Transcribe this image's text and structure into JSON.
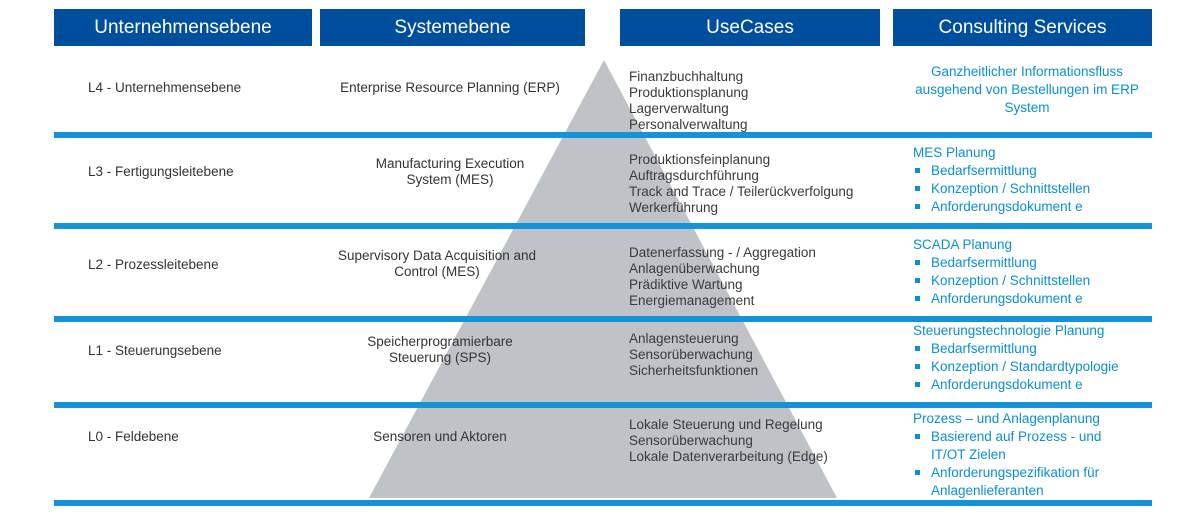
{
  "colors": {
    "header": "#004f9f",
    "band": "#1593d6",
    "pyramid": "#bfc3c7",
    "consulting": "#0a8fd4"
  },
  "headers": [
    "Unternehmensebene",
    "Systemebene",
    "UseCases",
    "Consulting Services"
  ],
  "levels": [
    {
      "level": "L4 - Unternehmensebene",
      "system": "Enterprise Resource Planning (ERP)",
      "usecases": [
        "Finanzbuchhaltung",
        "Produktionsplanung",
        "Lagerverwaltung",
        "Personalverwaltung"
      ],
      "consulting": {
        "text": "Ganzheitlicher Informationsfluss ausgehend von Bestellungen im ERP System"
      }
    },
    {
      "level": "L3 - Fertigungsleitebene",
      "system": "Manufacturing Execution System (MES)",
      "usecases": [
        "Produktionsfeinplanung",
        "Auftragsdurchführung",
        "Track and Trace / Teilerückverfolgung",
        "Werkerführung"
      ],
      "consulting": {
        "title": "MES Planung",
        "items": [
          "Bedarfsermittlung",
          "Konzeption / Schnittstellen",
          "Anforderungsdokument e"
        ]
      }
    },
    {
      "level": "L2 - Prozessleitebene",
      "system": "Supervisory Data Acquisition and Control (MES)",
      "usecases": [
        "Datenerfassung - / Aggregation",
        "Anlagenüberwachung",
        "Prädiktive Wartung",
        "Energiemanagement"
      ],
      "consulting": {
        "title": "SCADA Planung",
        "items": [
          "Bedarfsermittlung",
          "Konzeption / Schnittstellen",
          "Anforderungsdokument e"
        ]
      }
    },
    {
      "level": "L1 - Steuerungsebene",
      "system": "Speicherprogramierbare Steuerung (SPS)",
      "usecases": [
        "Anlagensteuerung",
        "Sensorüberwachung",
        "Sicherheitsfunktionen"
      ],
      "consulting": {
        "title": "Steuerungstechnologie Planung",
        "items": [
          "Bedarfsermittlung",
          "Konzeption / Standardtypologie",
          "Anforderungsdokument e"
        ]
      }
    },
    {
      "level": "L0 - Feldebene",
      "system": "Sensoren und Aktoren",
      "usecases": [
        "Lokale Steuerung und Regelung",
        "Sensorüberwachung",
        "Lokale Datenverarbeitung (Edge)"
      ],
      "consulting": {
        "title": "Prozess – und Anlagenplanung",
        "items": [
          "Basierend auf Prozess - und IT/OT Zielen",
          "Anforderungspezifikation für Anlagenlieferanten"
        ]
      }
    }
  ]
}
